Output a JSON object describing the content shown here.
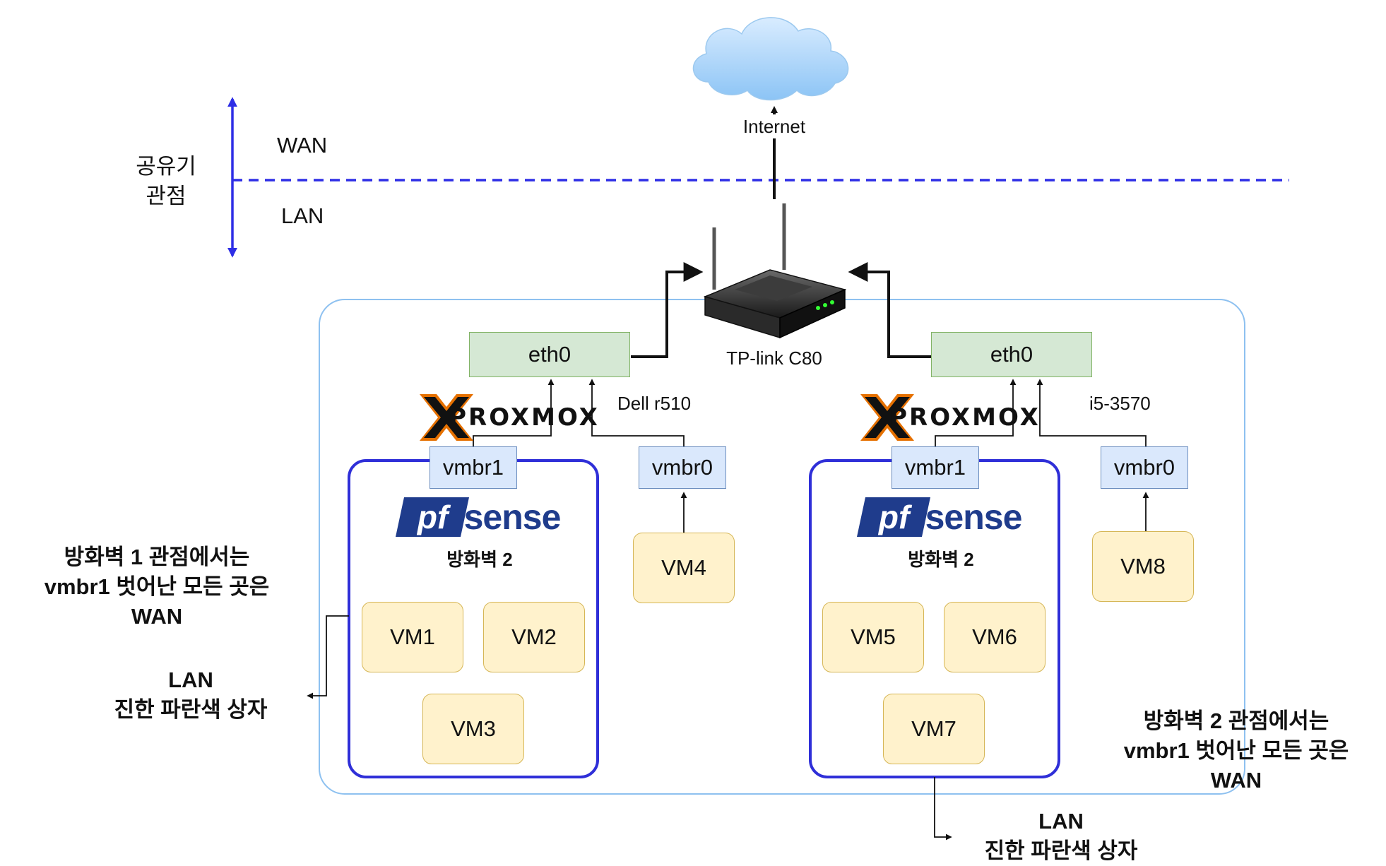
{
  "perspective": {
    "label_line1": "공유기",
    "label_line2": "관점",
    "wan": "WAN",
    "lan": "LAN"
  },
  "cloud": {
    "label": "Internet"
  },
  "router": {
    "label": "TP-link C80"
  },
  "hosts": [
    {
      "brand": "PROXMOX",
      "name": "Dell r510",
      "eth": "eth0",
      "bridges": [
        "vmbr1",
        "vmbr0"
      ],
      "firewall_brand": "sense",
      "firewall_brand_prefix": "pf",
      "firewall_name": "방화벽 2",
      "vms_in_firewall": [
        "VM1",
        "VM2",
        "VM3"
      ],
      "vm_on_bridge": "VM4"
    },
    {
      "brand": "PROXMOX",
      "name": "i5-3570",
      "eth": "eth0",
      "bridges": [
        "vmbr1",
        "vmbr0"
      ],
      "firewall_brand": "sense",
      "firewall_brand_prefix": "pf",
      "firewall_name": "방화벽 2",
      "vms_in_firewall": [
        "VM5",
        "VM6",
        "VM7"
      ],
      "vm_on_bridge": "VM8"
    }
  ],
  "notes": {
    "fw1": [
      "방화벽 1 관점에서는",
      "vmbr1 벗어난 모든 곳은",
      "WAN"
    ],
    "lan1": [
      "LAN",
      "진한 파란색 상자"
    ],
    "fw2": [
      "방화벽 2 관점에서는",
      "vmbr1 벗어난 모든 곳은",
      "WAN"
    ],
    "lan2": [
      "LAN",
      "진한 파란색 상자"
    ]
  },
  "colors": {
    "perspective_line": "#2e2ee6",
    "firewall_box": "#2f2fd8",
    "container": "#8ec1f0",
    "arrow": "#111111",
    "proxmox_x": "#e57000",
    "pfsense_blue": "#1f3c8c"
  }
}
